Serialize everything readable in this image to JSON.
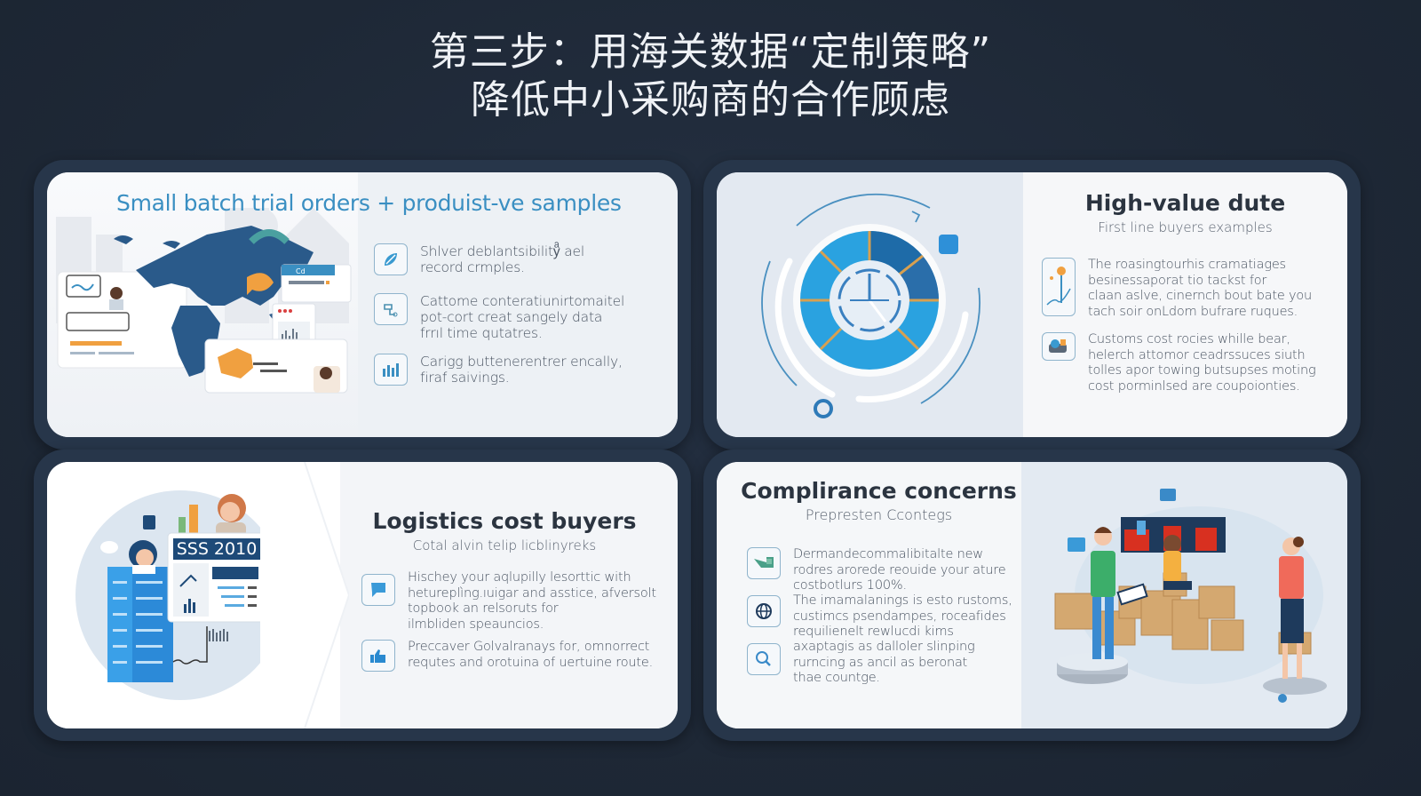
{
  "title": {
    "line1": "第三步：用海关数据“定制策略”",
    "line2": "降低中小采购商的合作顾虑"
  },
  "colors": {
    "background": "#1e2836",
    "frame": "#27364a",
    "accent_blue": "#3a8fc2",
    "accent_orange": "#f0a040",
    "map_navy": "#2a5a8a",
    "heading_dark": "#2b3440"
  },
  "cards": [
    {
      "id": "small-batch",
      "heading": "Small batch trial orders  + produist-ve samples",
      "illustration": "world-map-dashboard",
      "items": [
        {
          "icon": "leaf-icon",
          "text_line1": "Shlver deblantsibilityͣ ael",
          "text_line2": "record crmples."
        },
        {
          "icon": "flow-icon",
          "text_line1": "Cattome conteratiunirtomaitel",
          "text_line2": "pot-cort creat sangely data",
          "text_line3": "frrıl time qutatres."
        },
        {
          "icon": "bar-chart-icon",
          "text_line1": "Carigg buttenerentrer encally,",
          "text_line2": "firaf saivings."
        }
      ]
    },
    {
      "id": "high-value",
      "heading": "High-value dute",
      "subheading": "First line buyers examples",
      "illustration": "circular-cycle-clock",
      "items": [
        {
          "icon": "trend-chart-icon",
          "text_line1": "The roasingtourhis cramatiages",
          "text_line2": "besinessaporat tio tackst for",
          "text_line3": "claan aslve, cinernch bout bate you",
          "text_line4": "tach soir onLdom bufrare ruques."
        },
        {
          "icon": "toolbox-icon",
          "text_line1": "Customs cost rocies whille bear,",
          "text_line2": "helerch attomor ceadrssuces siuth",
          "text_line3": "tolles apor towing butsupses moting",
          "text_line4": "cost porminlsed are coupoionties."
        }
      ]
    },
    {
      "id": "logistics",
      "heading": "Logistics cost buyers",
      "subheading": "Cotal alvin telip licblinyreks",
      "illustration": "server-dashboard",
      "illustration_label": "SSS 2010",
      "items": [
        {
          "icon": "chat-flag-icon",
          "text_line1": "Hischey your aqlupilly lesorttic with",
          "text_line2": "hetureplìng.ıuigar and asstice, afversolt",
          "text_line3": "topbook an relsoruts for",
          "text_line4": "ilmbliden speauncios."
        },
        {
          "icon": "thumbs-up-icon",
          "text_line1": "Preccaver Golvalranays for, omnorrect",
          "text_line2": "requtes and orotuina of uertuine route."
        }
      ]
    },
    {
      "id": "compliance",
      "heading": "Complirance concerns",
      "subheading": "Prepresten Ccontegs",
      "illustration": "warehouse-team",
      "items": [
        {
          "icon": "ship-icon",
          "text_line1": "Dermandecommalibitalte new",
          "text_line2": "rodres arorede reouide your ature",
          "text_line3": "costbotlurs 100%."
        },
        {
          "icon": "globe-icon",
          "text_line1": "The imamalanings is esto rustoms,",
          "text_line2": "custimcs psendampes, roceafides",
          "text_line3": "requilienelt rewlucdi kims"
        },
        {
          "icon": "magnifier-icon",
          "text_line1": "axaptagis as dalloler slinping",
          "text_line2": "rurncing as ancil as beronat",
          "text_line3": "thae countge."
        }
      ]
    }
  ]
}
